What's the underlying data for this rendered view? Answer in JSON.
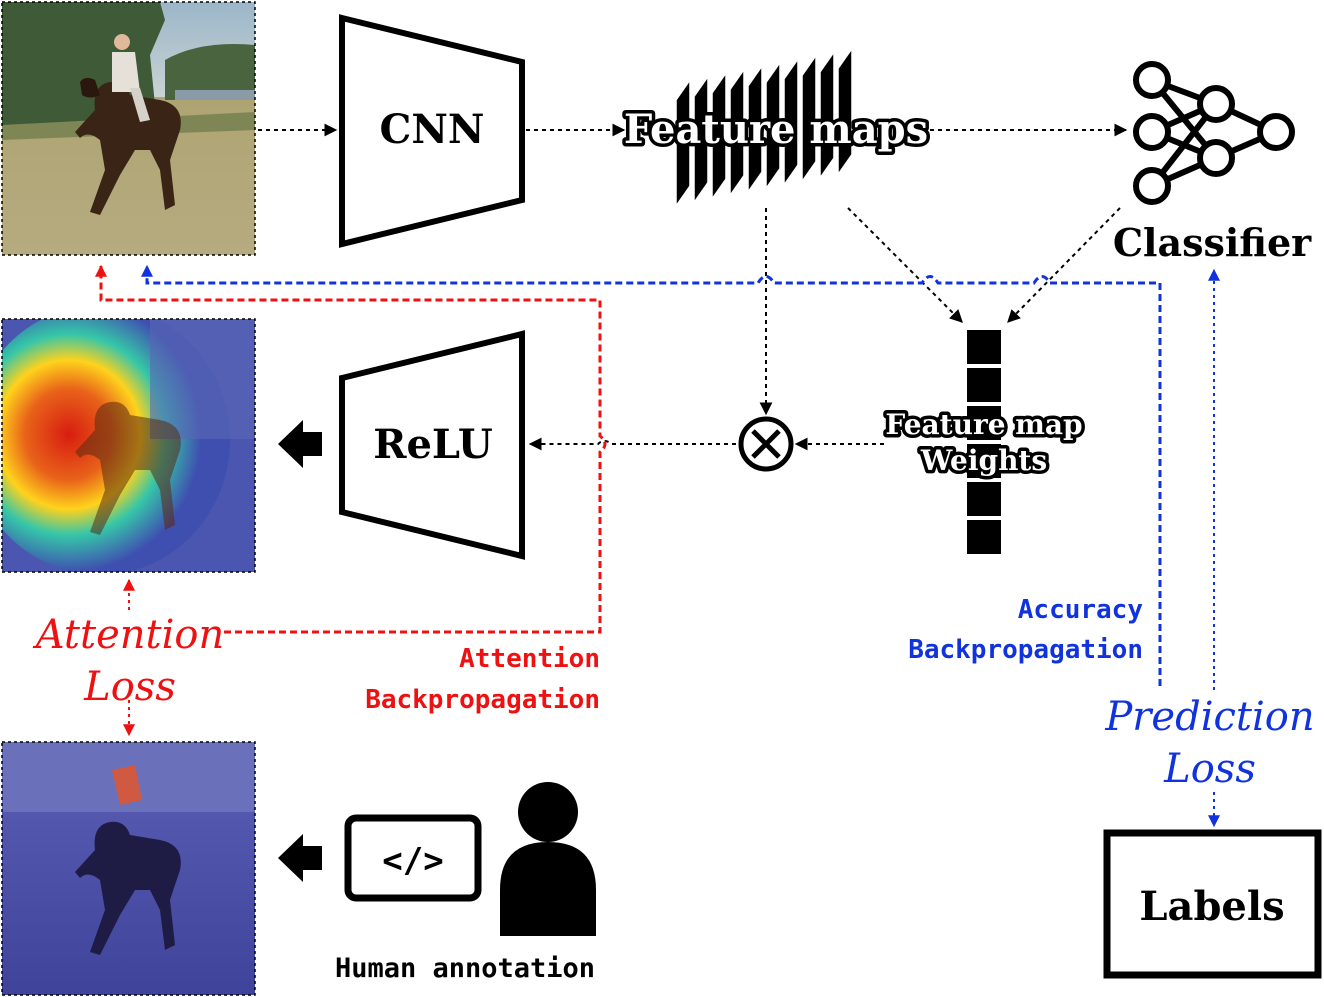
{
  "colors": {
    "ink": "#000000",
    "attention": "#ee1111",
    "accuracy": "#1133dd",
    "heat_hot": "#d81d10",
    "heat_warm": "#ffd21c",
    "heat_cool": "#36c6a8",
    "heat_cold": "#3f4fb0",
    "mask_tint": "#4a4eaa",
    "mask_region": "#d5583a"
  },
  "blocks": {
    "cnn_label": "CNN",
    "relu_label": "ReLU",
    "feature_maps_label": "Feature maps",
    "classifier_label": "Classifier",
    "feature_map_weights_line1": "Feature map",
    "feature_map_weights_line2": "Weights",
    "labels_label": "Labels",
    "multiply_symbol": "⊗",
    "code_symbol": "</>"
  },
  "annotations": {
    "attention_loss_line1": "Attention",
    "attention_loss_line2": "Loss",
    "attention_bp_line1": "Attention",
    "attention_bp_line2": "Backpropagation",
    "accuracy_bp_line1": "Accuracy",
    "accuracy_bp_line2": "Backpropagation",
    "prediction_loss_line1": "Prediction",
    "prediction_loss_line2": "Loss",
    "human_annotation": "Human annotation"
  },
  "icons": {
    "input_image": "horse-rider-photo",
    "heatmap_image": "attention-heatmap",
    "mask_image": "human-annotation-mask",
    "classifier": "neural-network-icon",
    "person": "person-icon",
    "code": "code-icon",
    "multiply": "multiply-circle-icon"
  }
}
